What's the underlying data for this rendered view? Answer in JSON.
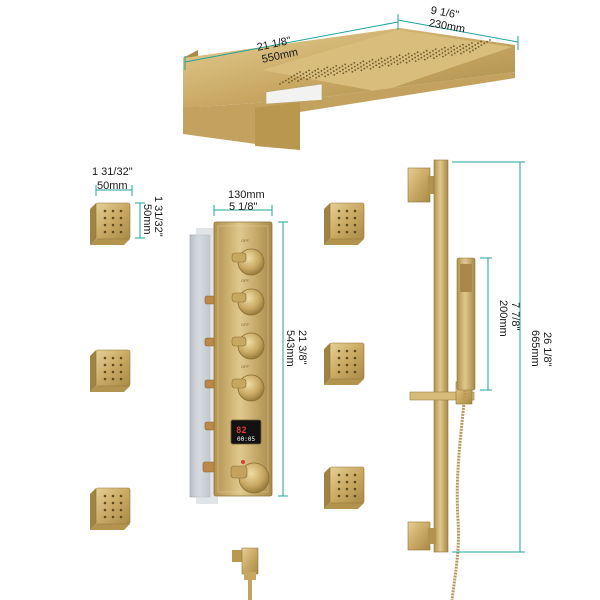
{
  "dimensions": {
    "rain_width_in": "21 1/8\"",
    "rain_width_mm": "550mm",
    "rain_depth_in": "9 1/6\"",
    "rain_depth_mm": "230mm",
    "jet_width_in": "1 31/32\"",
    "jet_width_mm": "50mm",
    "jet_height_in": "1 31/32\"",
    "jet_height_mm": "50mm",
    "valve_width_mm": "130mm",
    "valve_width_in": "5 1/8\"",
    "valve_height_mm": "543mm",
    "valve_height_in": "21 3/8\"",
    "handshower_mm": "200mm",
    "handshower_in": "7 7/8\"",
    "bar_mm": "665mm",
    "bar_in": "26 1/8\""
  },
  "panel": {
    "knob_labels": [
      "OFF",
      "OFF",
      "OFF",
      "OFF"
    ],
    "display_temp": "82",
    "display_time": "00:05"
  },
  "colors": {
    "brushed_gold": "#c8a862",
    "gold_dark": "#9c7f3e",
    "gold_light": "#e2cb8e",
    "dimension_line": "#1fa39a",
    "backplate": "#c7ccd2"
  }
}
